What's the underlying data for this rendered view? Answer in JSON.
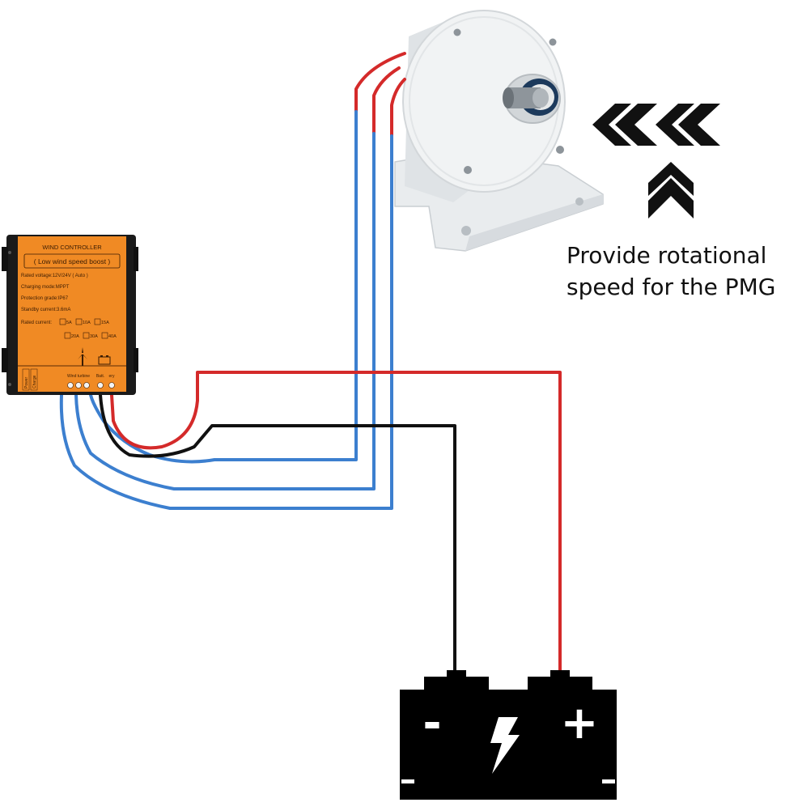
{
  "controller": {
    "title": "WIND CONTROLLER",
    "subtitle": "( Low wind speed boost )",
    "specs": [
      "Rated voltage:12V/24V ( Auto )",
      "Charging mode:MPPT",
      "Protection grade:IP67",
      "Standby current:3.6mA"
    ],
    "rated_current_label": "Rated current:",
    "current_options": [
      "5A",
      "10A",
      "15A",
      "20A",
      "30A",
      "40A"
    ],
    "port_labels": [
      "Power",
      "Charge"
    ],
    "terminal_labels": [
      "Wind turbine",
      "Batt.",
      "ery"
    ],
    "body_color": "#f08a24"
  },
  "annotation": {
    "line1": "Provide rotational",
    "line2": "speed for the PMG"
  },
  "battery": {
    "minus_symbol": "-",
    "plus_symbol": "+"
  },
  "wire_colors": {
    "positive": "#d42a2a",
    "negative": "#111111",
    "phase": "#3c7fcf"
  },
  "icons": {
    "wind_arrows": "double-chevron-left-icon",
    "up_arrow": "double-chevron-up-icon",
    "battery_bolt": "lightning-bolt-icon"
  }
}
